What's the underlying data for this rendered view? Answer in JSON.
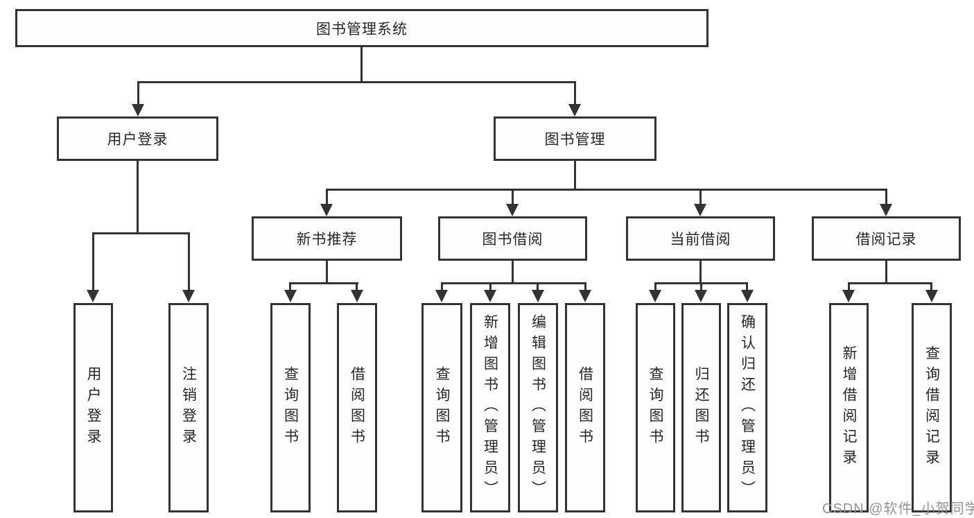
{
  "diagram": {
    "root": {
      "label": "图书管理系统"
    },
    "branches": [
      {
        "label": "用户登录",
        "leaves": [
          {
            "label": "用户登录"
          },
          {
            "label": "注销登录"
          }
        ]
      },
      {
        "label": "图书管理",
        "groups": [
          {
            "label": "新书推荐",
            "leaves": [
              {
                "label": "查询图书"
              },
              {
                "label": "借阅图书"
              }
            ]
          },
          {
            "label": "图书借阅",
            "leaves": [
              {
                "label": "查询图书"
              },
              {
                "label": "新增图书（管理员）"
              },
              {
                "label": "编辑图书（管理员）"
              },
              {
                "label": "借阅图书"
              }
            ]
          },
          {
            "label": "当前借阅",
            "leaves": [
              {
                "label": "查询图书"
              },
              {
                "label": "归还图书"
              },
              {
                "label": "确认归还（管理员）"
              }
            ]
          },
          {
            "label": "借阅记录",
            "leaves": [
              {
                "label": "新增借阅记录"
              },
              {
                "label": "查询借阅记录"
              }
            ]
          }
        ]
      }
    ],
    "colors": {
      "line": "#333333",
      "box_background": "#fefefe",
      "text": "#262626",
      "watermark": "#929292",
      "background": "#ffffff"
    }
  },
  "watermark": {
    "text": "CSDN @软件_小贺同学"
  }
}
